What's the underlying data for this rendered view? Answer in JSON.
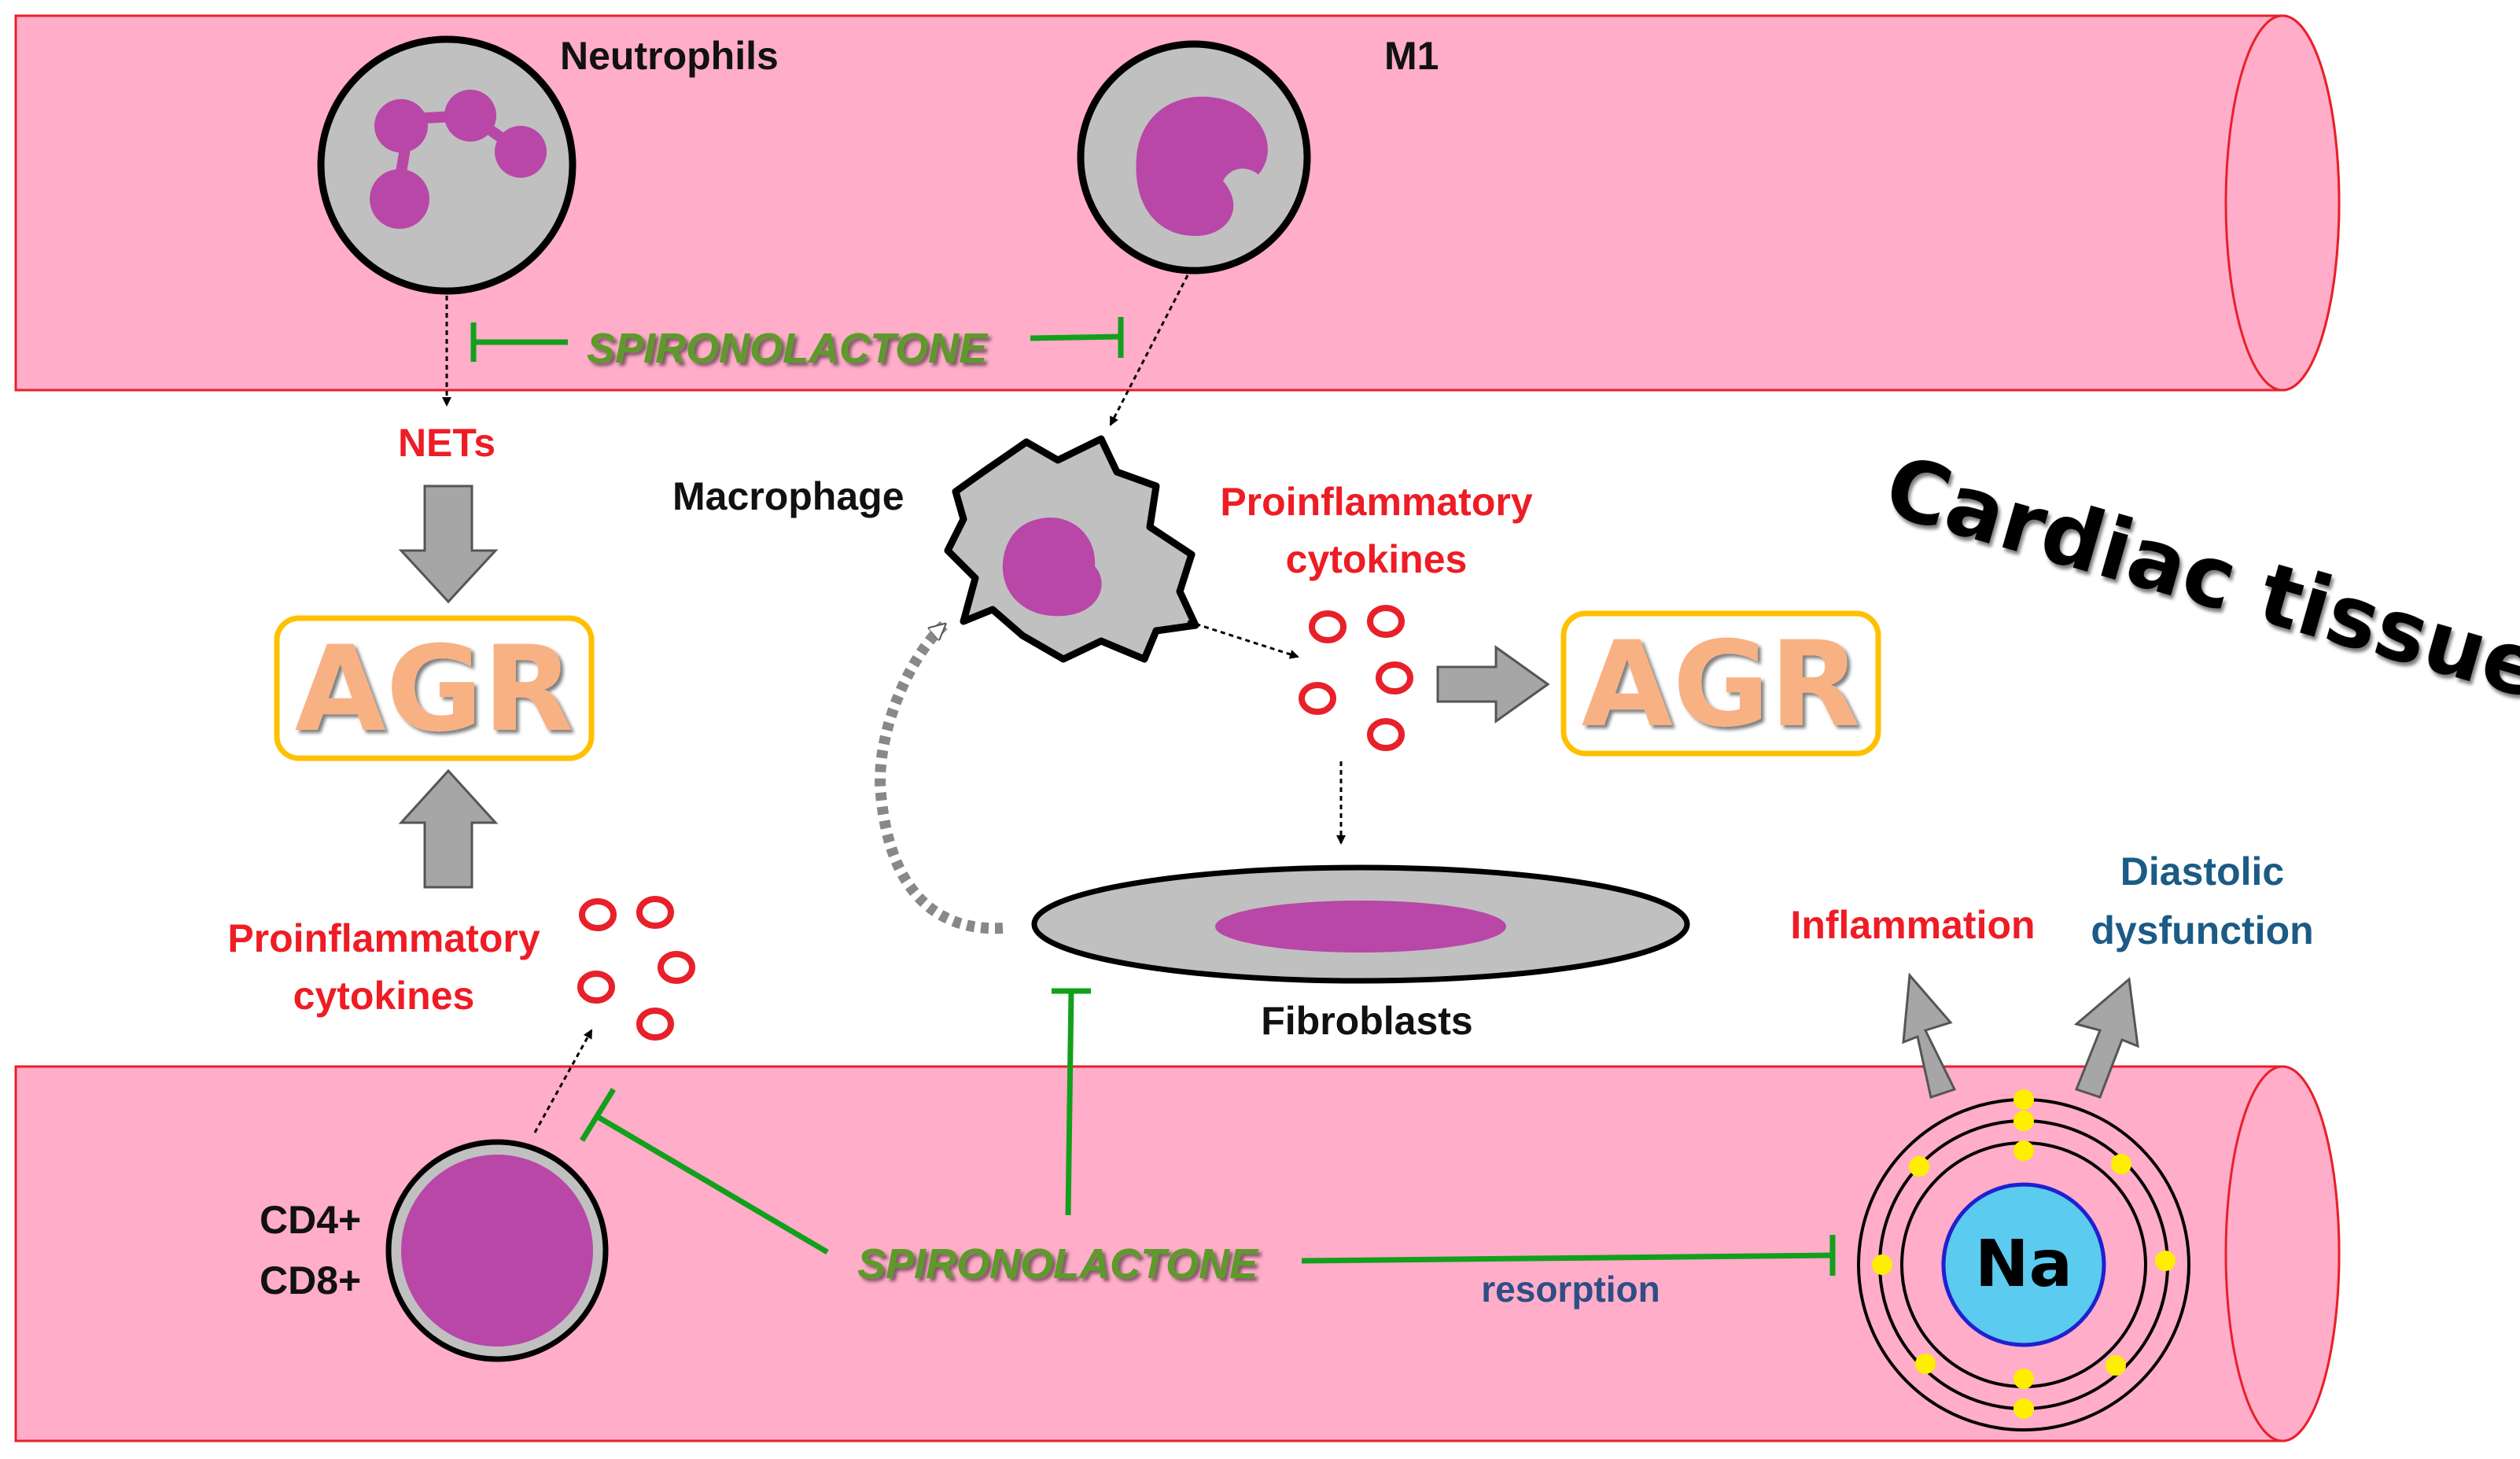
{
  "labels": {
    "neutrophils": "Neutrophils",
    "m1": "M1",
    "spironolactone_top": "SPIRONOLACTONE",
    "nets": "NETs",
    "agr_left": "AGR",
    "macrophage": "Macrophage",
    "proinflammatory_right_line1": "Proinflammatory",
    "proinflammatory_right_line2": "cytokines",
    "agr_right": "AGR",
    "cardiac_tissue": "Cardiac tissue",
    "proinflammatory_left_line1": "Proinflammatory",
    "proinflammatory_left_line2": "cytokines",
    "fibroblasts": "Fibroblasts",
    "inflammation": "Inflammation",
    "diastolic_line1": "Diastolic",
    "diastolic_line2": "dysfunction",
    "cd4": "CD4+",
    "cd8": "CD8+",
    "spironolactone_bottom": "SPIRONOLACTONE",
    "resorption": "resorption",
    "na": "Na"
  },
  "colors": {
    "vessel_fill": "#ffadc9",
    "vessel_stroke": "#e8202a",
    "cell_gray": "#c0c0c0",
    "nucleus_purple": "#b847a8",
    "red_text": "#ee1c24",
    "green_inhibit": "#12a01c",
    "spiro_text": "#5d9a2c",
    "agr_box_stroke": "#ffc000",
    "agr_text": "#f8b183",
    "blue_text": "#1b5b85",
    "resorption_text": "#2e4e86",
    "na_fill": "#5bcbef",
    "na_stroke": "#2020d0",
    "electron_yellow": "#ffee00",
    "gray_arrow": "#a6a6a6"
  }
}
